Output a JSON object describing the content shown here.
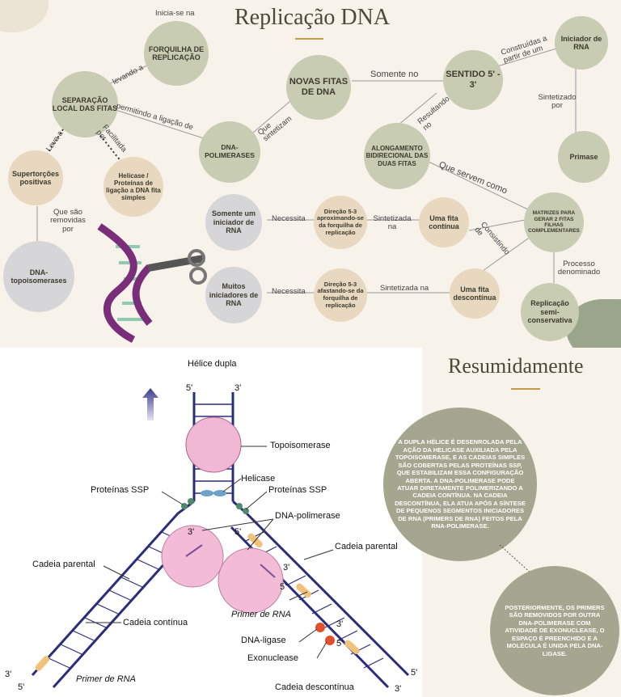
{
  "title": "Replicação DNA",
  "summary_title": "Resumidamente",
  "nodes": {
    "forquilha": "FORQUILHA DE REPLICAÇÃO",
    "separacao": "SEPARAÇÃO LOCAL DAS FITAS",
    "novas_fitas": "NOVAS FITAS DE DNA",
    "sentido": "SENTIDO 5' - 3'",
    "iniciador": "Iniciador de RNA",
    "primase": "Primase",
    "dna_polimerases": "DNA-POLIMERASES",
    "alongamento": "ALONGAMENTO BIDIRECIONAL DAS DUAS FITAS",
    "supertorcoes": "Supertorções positivas",
    "helicase": "Helicase / Proteínas de ligação a DNA fita simples",
    "topoisomerases": "DNA-topoisomerases",
    "matrizes": "MATRIZES PARA GERAR 2 FITAS FILHAS COMPLEMENTARES",
    "somente_um": "Somente um iniciador de RNA",
    "direcao_aprox": "Direção 5-3 aproximando-se da forquilha de replicação",
    "fita_continua": "Uma fita contínua",
    "muitos": "Muitos iniciadores de RNA",
    "direcao_afast": "Direção 5-3 afastando-se da forquilha de replicação",
    "fita_descontinua": "Uma fita descontínua",
    "replicacao_semi": "Replicação semi-conservativa"
  },
  "edges": {
    "inicia_se_na": "Inicia-se na",
    "levando_a": "levando a",
    "permitindo": "permitindo a ligação de",
    "que_sintetizam": "Que sintetizam",
    "somente_no": "Somente no",
    "construidas": "Construídas a partir de um",
    "sintetizado_por": "Sintetizado por",
    "resultando_no": "Resultando no",
    "que_servem_como": "Que servem como",
    "leva_a": "Leva a",
    "facilitada_por": "Facilitada por",
    "que_sao_removidas": "Que são removidas por",
    "necessita1": "Necessita",
    "sintetizada_na1": "Sintetizada na",
    "consistindo_de": "Consistindo de",
    "necessita2": "Necessita",
    "sintetizada_na2": "Sintetizada na",
    "processo": "Processo denominado"
  },
  "diagram": {
    "helice_dupla": "Hélice dupla",
    "topoisomerase": "Topoisomerase",
    "helicase": "Helicase",
    "ssp_left": "Proteínas SSP",
    "ssp_right": "Proteínas SSP",
    "dna_polimerase": "DNA-polimerase",
    "cadeia_parental_left": "Cadeia parental",
    "cadeia_parental_right": "Cadeia parental",
    "cadeia_continua": "Cadeia contínua",
    "primer_rna_right": "Primer de RNA",
    "dna_ligase": "DNA-ligase",
    "exonuclease": "Exonuclease",
    "primer_rna_bottom": "Primer de RNA",
    "cadeia_descontinua": "Cadeia descontínua",
    "five": "5'",
    "three": "3'"
  },
  "summary": {
    "text1": "A DUPLA HÉLICE É DESENROLADA PELA AÇÃO DA HELICASE AUXILIADA PELA TOPOISOMERASE, E AS CADEIAS SIMPLES SÃO COBERTAS PELAS PROTEÍNAS SSP, QUE ESTABILIZAM ESSA CONFIGURAÇÃO ABERTA. A DNA-POLIMERASE PODE ATUAR DIRETAMENTE POLIMERIZANDO A CADEIA CONTÍNUA. NA CADEIA DESCONTÍNUA, ELA ATUA APÓS A SÍNTESE DE PEQUENOS SEGMENTOS INICIADORES DE RNA (PRIMERS DE RNA) FEITOS PELA RNA-POLIMERASE.",
    "text2": "POSTERIORMENTE, OS PRIMERS SÃO REMOVIDOS POR OUTRA DNA-POLIMERASE COM ATIVIDADE DE EXONUCLEASE, O ESPAÇO É PREENCHIDO E A MOLÉCULA É UNIDA PELA DNA-LIGASE."
  },
  "colors": {
    "olive": "#c8ccb3",
    "grey": "#d6d6d9",
    "tan": "#e8d8c0",
    "summary": "#a5a68f",
    "strand": "#2a2d7d",
    "accent": "#c79a4a"
  }
}
